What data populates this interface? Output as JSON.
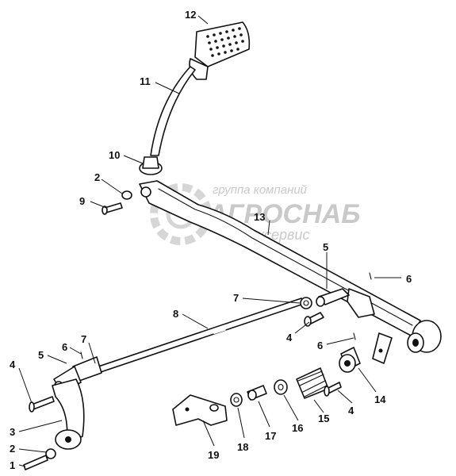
{
  "watermark": {
    "line1": "группа компаний",
    "line2": "АГРОСНАБ",
    "line3": "техсервис"
  },
  "callouts": {
    "c1": "1",
    "c2a": "2",
    "c2b": "2",
    "c3": "3",
    "c4a": "4",
    "c4b": "4",
    "c4c": "4",
    "c5a": "5",
    "c5b": "5",
    "c6a": "6",
    "c6b": "6",
    "c6c": "6",
    "c7a": "7",
    "c7b": "7",
    "c8": "8",
    "c9": "9",
    "c10": "10",
    "c11": "11",
    "c12": "12",
    "c13": "13",
    "c14": "14",
    "c15": "15",
    "c16": "16",
    "c17": "17",
    "c18": "18",
    "c19": "19"
  },
  "colors": {
    "ink": "#111111",
    "watermark": "#c9c9c9"
  }
}
